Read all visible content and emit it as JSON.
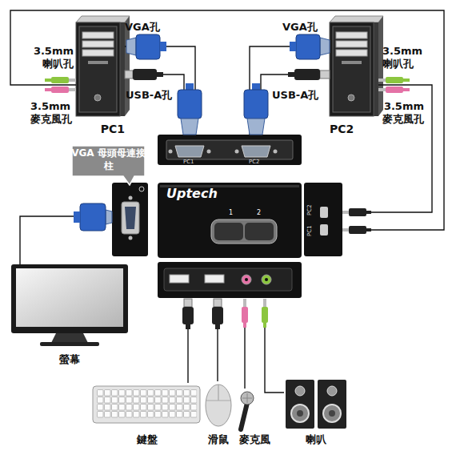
{
  "diagram": {
    "nodes": [
      {
        "text": [
          "PC1"
        ]
      },
      {
        "text": [
          "PC2"
        ]
      },
      {
        "text": [
          "VGA 母頭母連接柱"
        ]
      },
      {
        "text": [
          "Uptech"
        ]
      },
      {
        "text": [
          "螢幕"
        ]
      },
      {
        "text": [
          "鍵盤"
        ]
      },
      {
        "text": [
          "滑鼠"
        ]
      },
      {
        "text": [
          "麥克風"
        ]
      },
      {
        "text": [
          "喇叭"
        ]
      }
    ],
    "edges": [
      {
        "from": 0,
        "to": 3,
        "arrow": "none"
      },
      {
        "from": 0,
        "to": 3,
        "arrow": "none"
      },
      {
        "from": 0,
        "to": 3,
        "arrow": "none"
      },
      {
        "from": 1,
        "to": 3,
        "arrow": "none"
      },
      {
        "from": 1,
        "to": 3,
        "arrow": "none"
      },
      {
        "from": 1,
        "to": 3,
        "arrow": "none"
      },
      {
        "from": 3,
        "to": 4,
        "arrow": "none"
      },
      {
        "from": 3,
        "to": 5,
        "arrow": "none"
      },
      {
        "from": 3,
        "to": 6,
        "arrow": "none"
      },
      {
        "from": 3,
        "to": 7,
        "arrow": "none"
      },
      {
        "from": 3,
        "to": 8,
        "arrow": "none"
      }
    ],
    "labels": [
      "VGA孔",
      "3.5mm 喇叭孔",
      "USB-A孔",
      "3.5mm 麥克風孔",
      "VGA孔",
      "3.5mm 喇叭孔",
      "USB-A孔",
      "3.5mm 麥克風孔",
      "PC1",
      "PC2",
      "1",
      "2",
      "PC2",
      "PC1"
    ]
  }
}
